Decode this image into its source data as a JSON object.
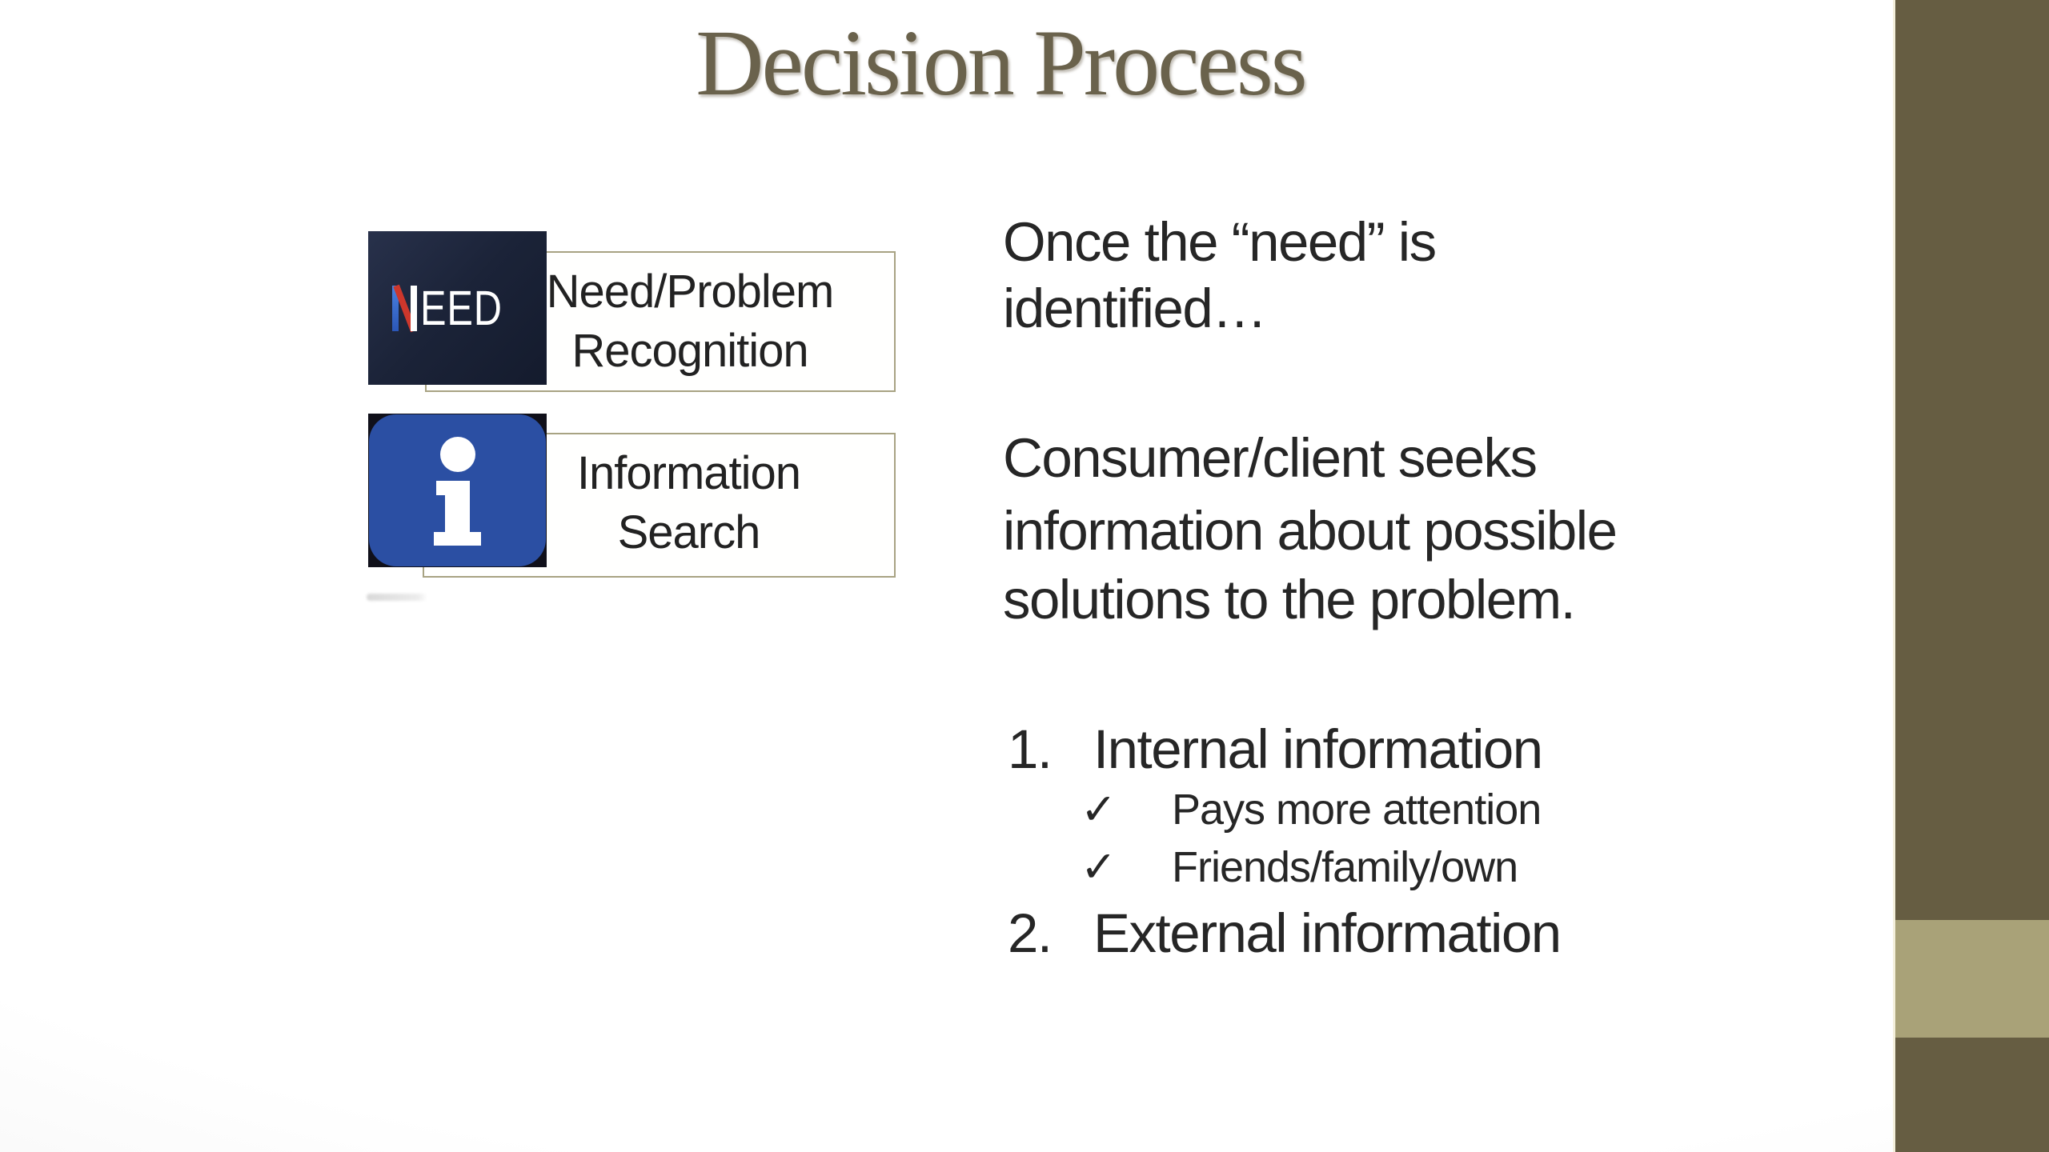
{
  "slide": {
    "title": "Decision Process"
  },
  "flow": {
    "steps": [
      {
        "logo_text": "NEED",
        "logo_rest": "EED",
        "label_line1": "Need/Problem",
        "label_line2": "Recognition"
      },
      {
        "icon": "info-icon",
        "label_line1": "Information",
        "label_line2": "Search"
      }
    ]
  },
  "body": {
    "para1": {
      "line1": "Once the “need” is",
      "line2": "identified…"
    },
    "para2": {
      "line1": "Consumer/client seeks",
      "line2": "information about possible",
      "line3": "solutions to the problem."
    },
    "list": {
      "item1_num": "1.",
      "item1_text": "Internal information",
      "sub_bullet": "✓",
      "sub1_text": "Pays more attention",
      "sub2_text": "Friends/family/own",
      "item2_num": "2.",
      "item2_text": "External information"
    }
  },
  "colors": {
    "title": "#6a624c",
    "body_text": "#262626",
    "accent_bar": "#665d42",
    "accent_square": "#a9a278",
    "accent_edge_line": "#f4f0dc",
    "caption_box_border": "#a8a383",
    "need_background": "#1b2338",
    "need_blue": "#3a6fd0",
    "need_red": "#cd372c",
    "info_blue": "#2b4fa3"
  }
}
